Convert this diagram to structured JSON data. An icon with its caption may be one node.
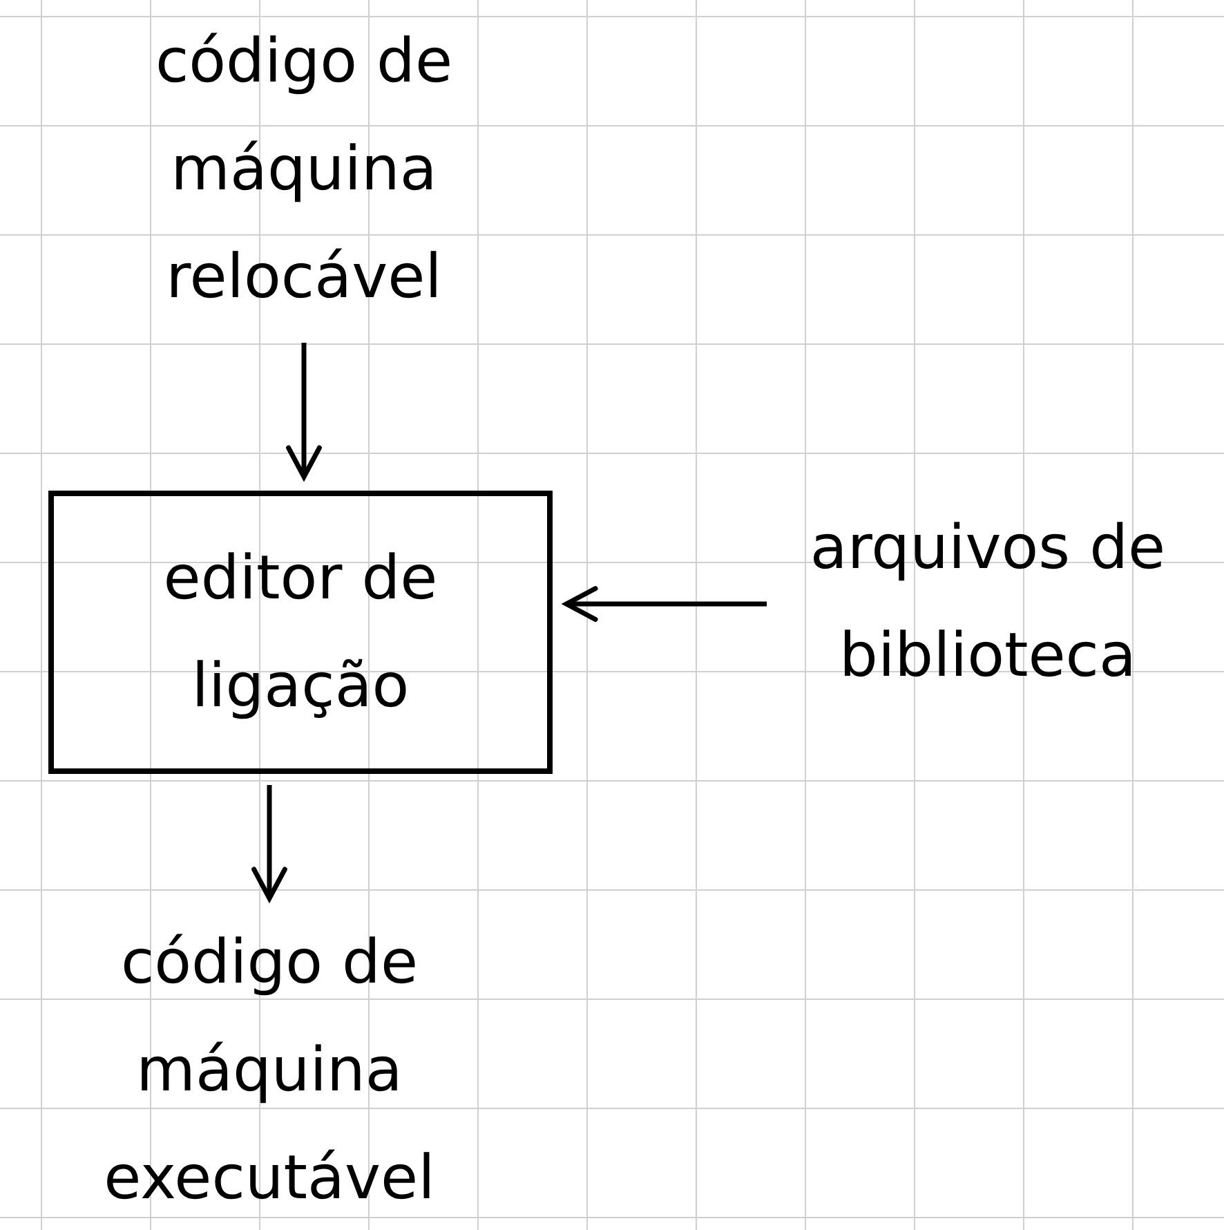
{
  "diagram": {
    "nodes": [
      {
        "text": [
          "código de máquina relocável"
        ]
      },
      {
        "text": [
          "editor de ligação"
        ]
      },
      {
        "text": [
          "arquivos de biblioteca"
        ]
      },
      {
        "text": [
          "código de máquina executável"
        ]
      }
    ],
    "edges": [
      {
        "from": 0,
        "to": 1,
        "arrow": "to"
      },
      {
        "from": 2,
        "to": 1,
        "arrow": "to"
      },
      {
        "from": 1,
        "to": 3,
        "arrow": "to"
      }
    ]
  }
}
